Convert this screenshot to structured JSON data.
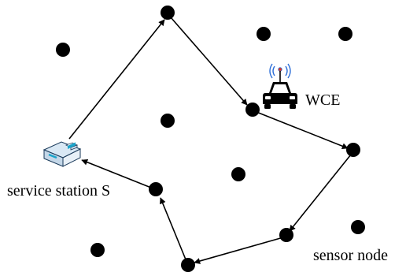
{
  "labels": {
    "wce": "WCE",
    "service_station": "service station S",
    "sensor_node": "sensor node"
  },
  "icons": {
    "vehicle": "car-with-antenna-icon",
    "station": "service-station-icon"
  },
  "colors": {
    "node": "#000000",
    "path": "#000000",
    "station_body": "#d9e8f4",
    "station_accent": "#1aa3c9",
    "antenna_wave": "#2e6fd8"
  }
}
